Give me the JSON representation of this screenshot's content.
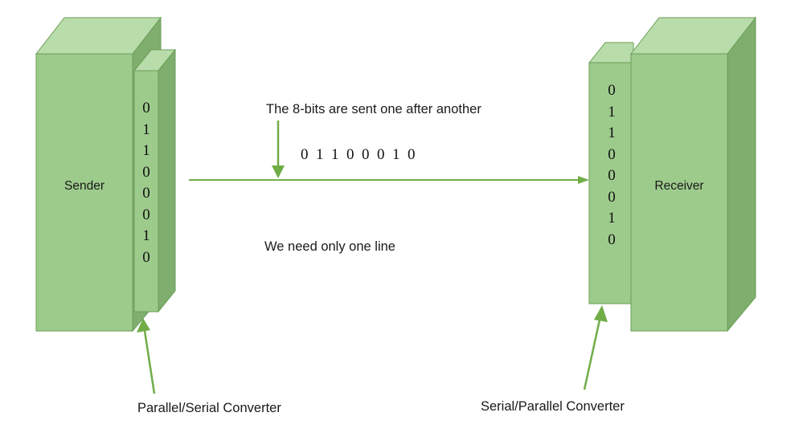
{
  "diagram": {
    "title_visible": false,
    "background": "#ffffff",
    "colors": {
      "box_front": "#9dcb8c",
      "box_top": "#b9dcab",
      "box_side": "#7fae6f",
      "box_stroke": "#6a9e55",
      "arrow": "#70ad47",
      "text": "#1a1a1a"
    }
  },
  "sender": {
    "label": "Sender",
    "register_bits": [
      "0",
      "1",
      "1",
      "0",
      "0",
      "0",
      "1",
      "0"
    ],
    "converter_label": "Parallel/Serial Converter"
  },
  "receiver": {
    "label": "Receiver",
    "register_bits": [
      "0",
      "1",
      "1",
      "0",
      "0",
      "0",
      "1",
      "0"
    ],
    "converter_label": "Serial/Parallel Converter"
  },
  "channel": {
    "note_top": "The 8-bits are sent one after another",
    "bit_stream": "0  1  1  0  0  0  1  0",
    "note_bottom": "We need only one line"
  }
}
